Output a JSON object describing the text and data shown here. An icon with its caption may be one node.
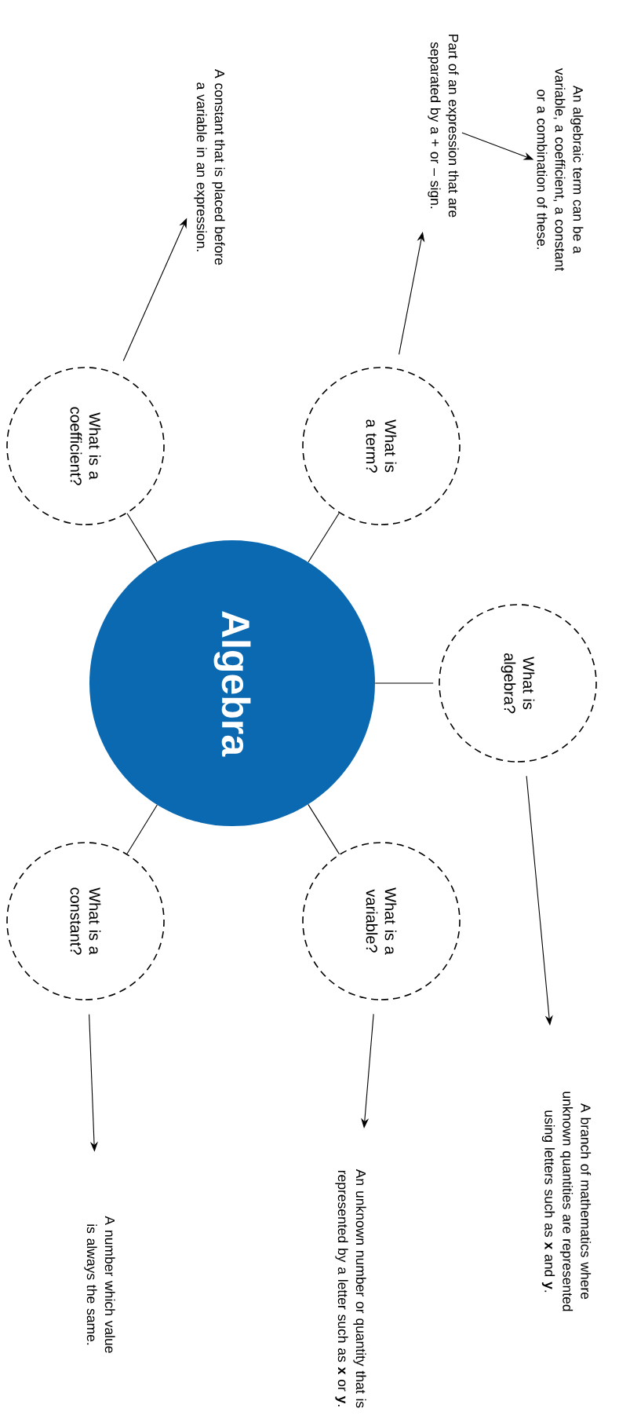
{
  "diagram": {
    "nodes": [
      {
        "text": [
          "Algebra"
        ]
      },
      {
        "text": [
          "What is algebra?"
        ]
      },
      {
        "text": [
          "What is a term?"
        ]
      },
      {
        "text": [
          "What is a variable?"
        ]
      },
      {
        "text": [
          "What is a coefficient?"
        ]
      },
      {
        "text": [
          "What is a constant?"
        ]
      },
      {
        "text": [
          "An algebraic term can be a variable, a coefficient, a constant or a combination of these."
        ]
      },
      {
        "text": [
          "Part of an expression that are separated by a + or – sign."
        ]
      },
      {
        "text": [
          "A constant that is placed before a variable in an expression."
        ]
      },
      {
        "text": [
          "A branch of mathematics where unknown quantities are represented using letters such as **x** and **y**."
        ]
      },
      {
        "text": [
          "An unknown number or quantity that is represented by a letter such as **x** or **y**."
        ]
      },
      {
        "text": [
          "A number which value is always the same."
        ]
      }
    ],
    "edges": [
      {
        "from": 0,
        "to": 1,
        "arrow": "none"
      },
      {
        "from": 0,
        "to": 2,
        "arrow": "none"
      },
      {
        "from": 0,
        "to": 3,
        "arrow": "none"
      },
      {
        "from": 0,
        "to": 4,
        "arrow": "none"
      },
      {
        "from": 0,
        "to": 5,
        "arrow": "none"
      },
      {
        "from": 2,
        "to": 7,
        "arrow": "to"
      },
      {
        "from": 7,
        "to": 6,
        "arrow": "to"
      },
      {
        "from": 4,
        "to": 8,
        "arrow": "to"
      },
      {
        "from": 1,
        "to": 9,
        "arrow": "to"
      },
      {
        "from": 3,
        "to": 10,
        "arrow": "to"
      },
      {
        "from": 5,
        "to": 11,
        "arrow": "to"
      }
    ]
  }
}
